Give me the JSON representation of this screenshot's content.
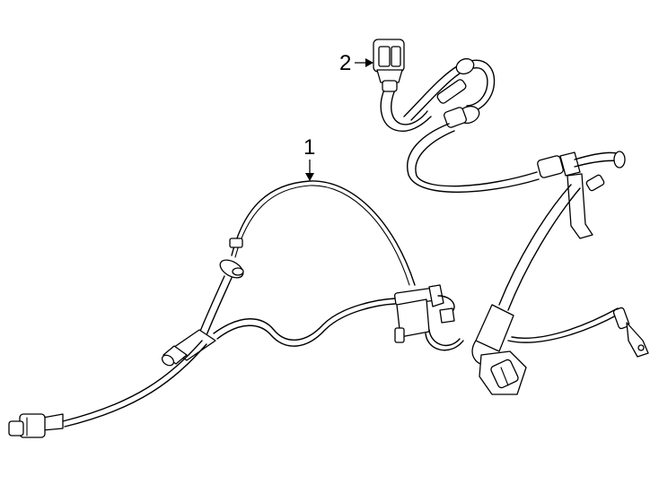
{
  "callouts": [
    {
      "label": "1",
      "part": "abs-sensor-wire-harness"
    },
    {
      "label": "2",
      "part": "harness-connector"
    }
  ],
  "colors": {
    "line": "#000000",
    "background": "#ffffff"
  }
}
